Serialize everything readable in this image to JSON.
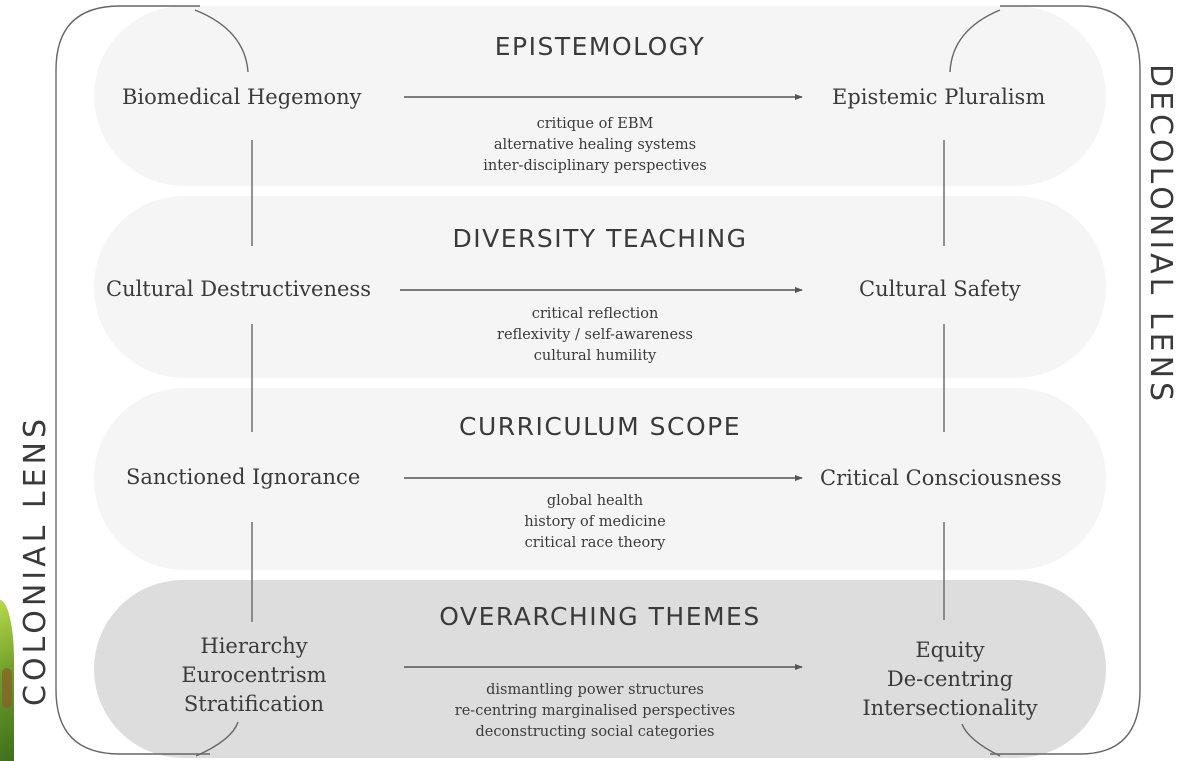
{
  "lenses": {
    "left": "COLONIAL LENS",
    "right": "DECOLONIAL LENS"
  },
  "bands": [
    {
      "title": "EPISTEMOLOGY",
      "from": "Biomedical Hegemony",
      "to": "Epistemic Pluralism",
      "items": [
        "critique of  EBM",
        "alternative healing systems",
        "inter-disciplinary perspectives"
      ]
    },
    {
      "title": "DIVERSITY TEACHING",
      "from": "Cultural Destructiveness",
      "to": "Cultural Safety",
      "items": [
        "critical reflection",
        "reflexivity / self-awareness",
        "cultural humility"
      ]
    },
    {
      "title": "CURRICULUM SCOPE",
      "from": "Sanctioned Ignorance",
      "to": "Critical Consciousness",
      "items": [
        "global health",
        "history of medicine",
        "critical race theory"
      ]
    },
    {
      "title": "OVERARCHING THEMES",
      "from": [
        "Hierarchy",
        "Eurocentrism",
        "Stratification"
      ],
      "to": [
        "Equity",
        "De-centring",
        "Intersectionality"
      ],
      "items": [
        "dismantling power structures",
        "re-centring marginalised perspectives",
        "deconstructing social categories"
      ]
    }
  ],
  "colors": {
    "band": "#f5f5f6",
    "band_highlight": "#dddddd",
    "line": "#555555",
    "text": "#3a3a3a"
  }
}
